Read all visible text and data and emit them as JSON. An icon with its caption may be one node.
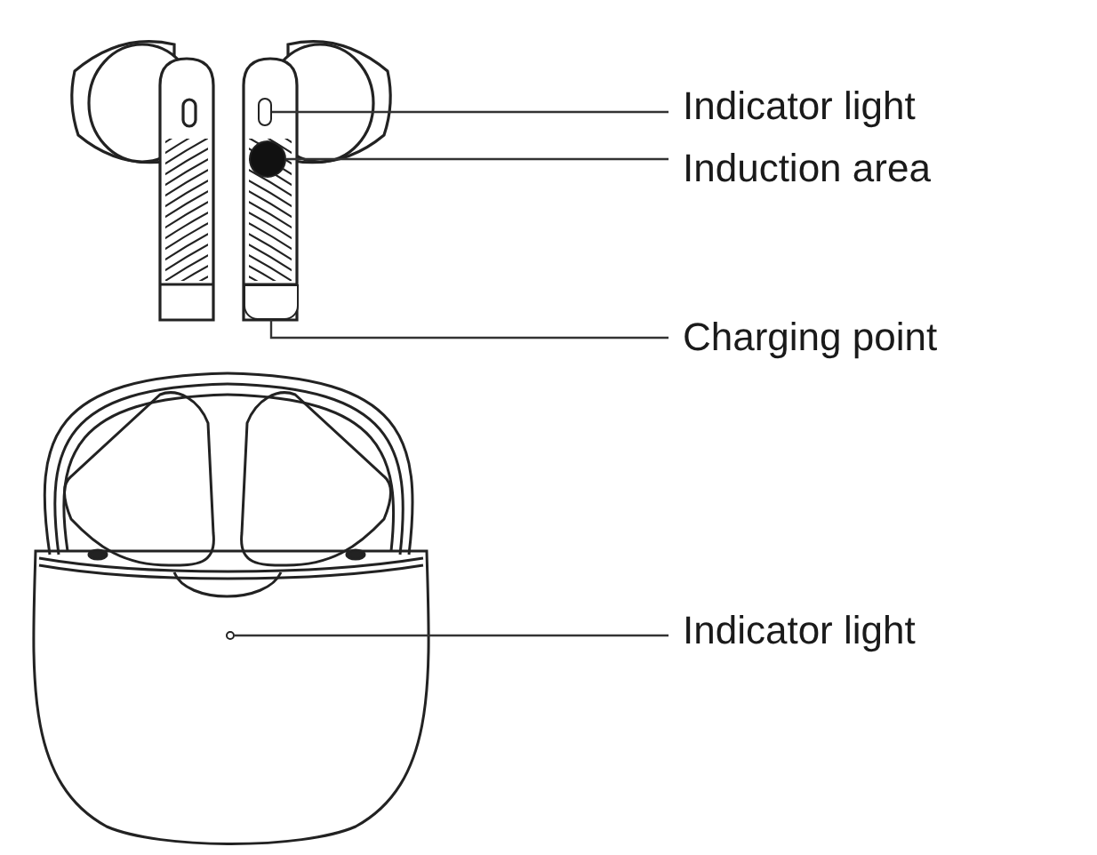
{
  "diagram": {
    "nodes": [
      {
        "text": [
          "Indicator light"
        ]
      },
      {
        "text": [
          "Induction area"
        ]
      },
      {
        "text": [
          "Charging point"
        ]
      },
      {
        "text": [
          "Indicator light"
        ]
      },
      {
        "text": [],
        "shape": "box"
      },
      {
        "text": [],
        "shape": "circle"
      },
      {
        "text": [],
        "shape": "box"
      },
      {
        "text": [],
        "shape": "circle"
      }
    ],
    "edges": [
      {
        "from": 0,
        "to": 4,
        "arrow": "none"
      },
      {
        "from": 1,
        "to": 5,
        "arrow": "none"
      },
      {
        "from": 2,
        "to": 6,
        "arrow": "none"
      },
      {
        "from": 3,
        "to": 7,
        "arrow": "none"
      }
    ]
  }
}
